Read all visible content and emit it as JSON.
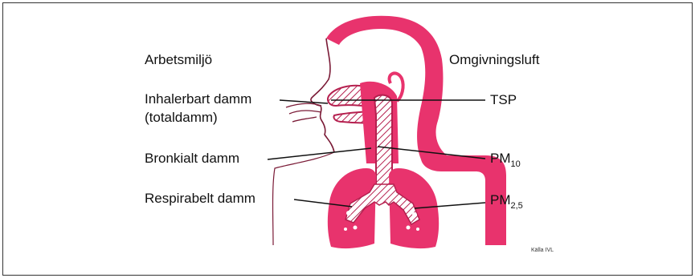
{
  "colors": {
    "body_fill": "#e8336d",
    "airway_fill": "#ffffff",
    "hatch": "#b5204f",
    "outline": "#7a1a36",
    "leader_line": "#111111",
    "frame_border": "#333333"
  },
  "left_header": "Arbetsmiljö",
  "right_header": "Omgivningsluft",
  "left_labels": {
    "inhalable": "Inhalerbart damm",
    "inhalable_note": "(totaldamm)",
    "bronchial": "Bronkialt damm",
    "respirable": "Respirabelt damm"
  },
  "right_labels": {
    "tsp": "TSP",
    "pm10_base": "PM",
    "pm10_sub": "10",
    "pm25_base": "PM",
    "pm25_sub": "2,5"
  },
  "source": "Källa IVL"
}
